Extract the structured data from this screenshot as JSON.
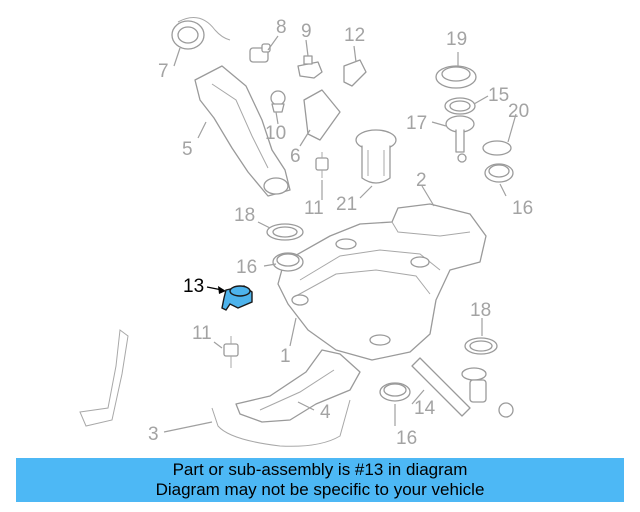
{
  "diagram": {
    "callouts": [
      {
        "id": "c7",
        "text": "7"
      },
      {
        "id": "c8",
        "text": "8"
      },
      {
        "id": "c9",
        "text": "9"
      },
      {
        "id": "c12",
        "text": "12"
      },
      {
        "id": "c19",
        "text": "19"
      },
      {
        "id": "c15",
        "text": "15"
      },
      {
        "id": "c20",
        "text": "20"
      },
      {
        "id": "c17",
        "text": "17"
      },
      {
        "id": "c10",
        "text": "10"
      },
      {
        "id": "c6",
        "text": "6"
      },
      {
        "id": "c5",
        "text": "5"
      },
      {
        "id": "c2",
        "text": "2"
      },
      {
        "id": "c16a",
        "text": "16"
      },
      {
        "id": "c18a",
        "text": "18"
      },
      {
        "id": "c11a",
        "text": "11"
      },
      {
        "id": "c21",
        "text": "21"
      },
      {
        "id": "c16b",
        "text": "16"
      },
      {
        "id": "c13",
        "text": "13"
      },
      {
        "id": "c18b",
        "text": "18"
      },
      {
        "id": "c11b",
        "text": "11"
      },
      {
        "id": "c1",
        "text": "1"
      },
      {
        "id": "c14",
        "text": "14"
      },
      {
        "id": "c4",
        "text": "4"
      },
      {
        "id": "c3",
        "text": "3"
      },
      {
        "id": "c16c",
        "text": "16"
      }
    ],
    "highlighted_part": "13",
    "highlight_color": "#4db3ec",
    "line_color": "#9a9a9a"
  },
  "banner": {
    "line1": "Part or sub-assembly is #13 in diagram",
    "line2": "Diagram may not be specific to your vehicle",
    "background": "#4db8f5"
  }
}
